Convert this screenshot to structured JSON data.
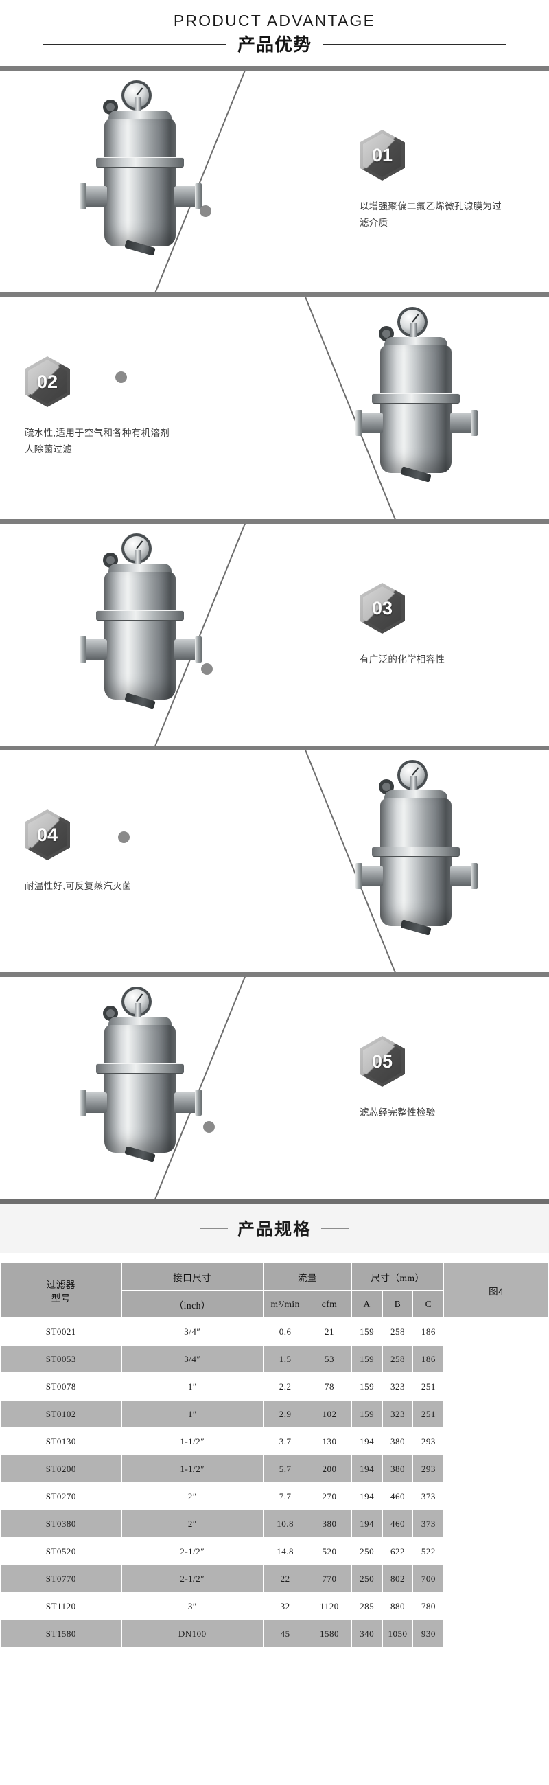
{
  "header": {
    "title_en": "PRODUCT ADVANTAGE",
    "title_cn": "产品优势"
  },
  "advantages": [
    {
      "number": "01",
      "text": "以增强聚偏二氟乙烯微孔滤膜为过滤介质",
      "side": "right"
    },
    {
      "number": "02",
      "text": "疏水性,适用于空气和各种有机溶剂人除菌过滤",
      "side": "left"
    },
    {
      "number": "03",
      "text": "有广泛的化学相容性",
      "side": "right"
    },
    {
      "number": "04",
      "text": "耐温性好,可反复蒸汽灭菌",
      "side": "left"
    },
    {
      "number": "05",
      "text": "滤芯经完整性检验",
      "side": "right"
    }
  ],
  "spec": {
    "title": "产品规格",
    "figure_label": "图4",
    "headers": {
      "model": "过滤器\n型号",
      "model_line1": "过滤器",
      "model_line2": "型号",
      "connection_group": "接口尺寸",
      "connection_unit": "（inch）",
      "flow_group": "流量",
      "flow_unit_1": "m³/min",
      "flow_unit_2": "cfm",
      "dimension_group": "尺寸（mm）",
      "dim_a": "A",
      "dim_b": "B",
      "dim_c": "C"
    },
    "rows": [
      {
        "model": "ST0021",
        "conn": "3/4″",
        "m3min": "0.6",
        "cfm": "21",
        "a": "159",
        "b": "258",
        "c": "186"
      },
      {
        "model": "ST0053",
        "conn": "3/4″",
        "m3min": "1.5",
        "cfm": "53",
        "a": "159",
        "b": "258",
        "c": "186"
      },
      {
        "model": "ST0078",
        "conn": "1″",
        "m3min": "2.2",
        "cfm": "78",
        "a": "159",
        "b": "323",
        "c": "251"
      },
      {
        "model": "ST0102",
        "conn": "1″",
        "m3min": "2.9",
        "cfm": "102",
        "a": "159",
        "b": "323",
        "c": "251"
      },
      {
        "model": "ST0130",
        "conn": "1-1/2″",
        "m3min": "3.7",
        "cfm": "130",
        "a": "194",
        "b": "380",
        "c": "293"
      },
      {
        "model": "ST0200",
        "conn": "1-1/2″",
        "m3min": "5.7",
        "cfm": "200",
        "a": "194",
        "b": "380",
        "c": "293"
      },
      {
        "model": "ST0270",
        "conn": "2″",
        "m3min": "7.7",
        "cfm": "270",
        "a": "194",
        "b": "460",
        "c": "373"
      },
      {
        "model": "ST0380",
        "conn": "2″",
        "m3min": "10.8",
        "cfm": "380",
        "a": "194",
        "b": "460",
        "c": "373"
      },
      {
        "model": "ST0520",
        "conn": "2-1/2″",
        "m3min": "14.8",
        "cfm": "520",
        "a": "250",
        "b": "622",
        "c": "522"
      },
      {
        "model": "ST0770",
        "conn": "2-1/2″",
        "m3min": "22",
        "cfm": "770",
        "a": "250",
        "b": "802",
        "c": "700"
      },
      {
        "model": "ST1120",
        "conn": "3″",
        "m3min": "32",
        "cfm": "1120",
        "a": "285",
        "b": "880",
        "c": "780"
      },
      {
        "model": "ST1580",
        "conn": "DN100",
        "m3min": "45",
        "cfm": "1580",
        "a": "340",
        "b": "1050",
        "c": "930"
      }
    ]
  }
}
